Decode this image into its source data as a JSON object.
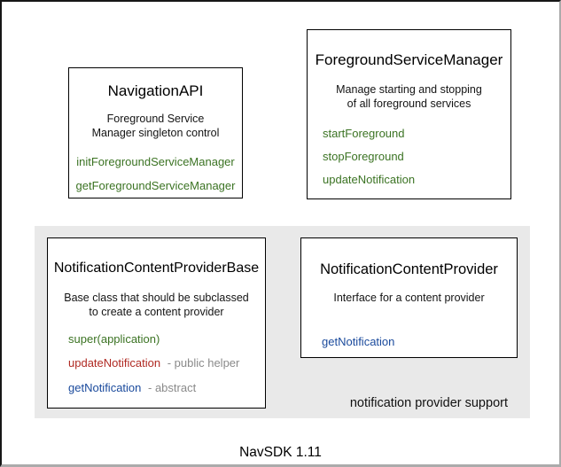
{
  "diagram": {
    "caption": "NavSDK 1.11",
    "group_label": "notification provider support"
  },
  "colors": {
    "method_green": "#3b7323",
    "method_red": "#b02a23",
    "method_blue": "#1a4a9c",
    "annotation_gray": "#8a8a8a",
    "panel_gray": "#e9e9e9"
  },
  "boxes": {
    "navigation_api": {
      "title": "NavigationAPI",
      "description_line1": "Foreground Service",
      "description_line2": "Manager singleton control",
      "methods": [
        {
          "name": "initForegroundServiceManager"
        },
        {
          "name": "getForegroundServiceManager"
        }
      ]
    },
    "foreground_service_manager": {
      "title": "ForegroundServiceManager",
      "description_line1": "Manage starting and stopping",
      "description_line2": "of all foreground services",
      "methods": [
        {
          "name": "startForeground"
        },
        {
          "name": "stopForeground"
        },
        {
          "name": "updateNotification"
        }
      ]
    },
    "notification_content_provider_base": {
      "title": "NotificationContentProviderBase",
      "description_line1": "Base class that should be subclassed",
      "description_line2": "to create a content provider",
      "methods": [
        {
          "name": "super(application)",
          "annotation": ""
        },
        {
          "name": "updateNotification",
          "annotation": "- public helper"
        },
        {
          "name": "getNotification",
          "annotation": "- abstract"
        }
      ]
    },
    "notification_content_provider": {
      "title": "NotificationContentProvider",
      "description_line1": "Interface for a content provider",
      "methods": [
        {
          "name": "getNotification"
        }
      ]
    }
  }
}
